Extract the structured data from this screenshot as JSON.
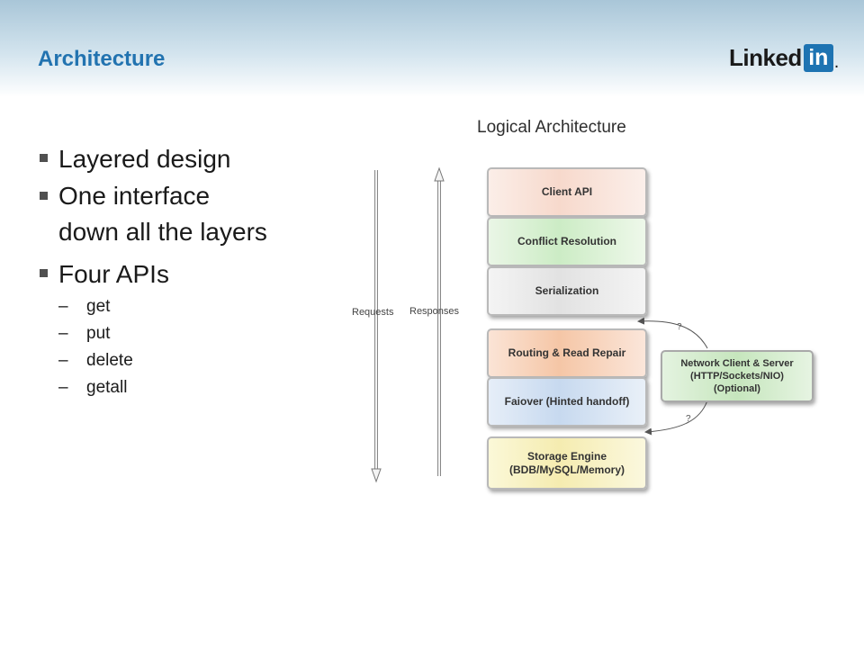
{
  "slide": {
    "title": "Architecture",
    "logo": {
      "text": "Linked",
      "box": "in",
      "dot": "."
    }
  },
  "bullets": [
    {
      "text": "Layered design"
    },
    {
      "line1": "One interface",
      "line2": "down all the layers"
    },
    {
      "text": "Four APIs"
    }
  ],
  "apis": [
    "get",
    "put",
    "delete",
    "getall"
  ],
  "diagram": {
    "title": "Logical Architecture",
    "requests_label": "Requests",
    "responses_label": "Responses",
    "layers": {
      "client_api": "Client API",
      "conflict_resolution": "Conflict Resolution",
      "serialization": "Serialization",
      "routing": "Routing & Read Repair",
      "failover": "Faiover (Hinted handoff)",
      "storage_line1": "Storage Engine",
      "storage_line2": "(BDB/MySQL/Memory)"
    },
    "network": {
      "line1": "Network Client & Server",
      "line2": "(HTTP/Sockets/NIO)",
      "line3": "(Optional)"
    },
    "question_mark": "?"
  }
}
